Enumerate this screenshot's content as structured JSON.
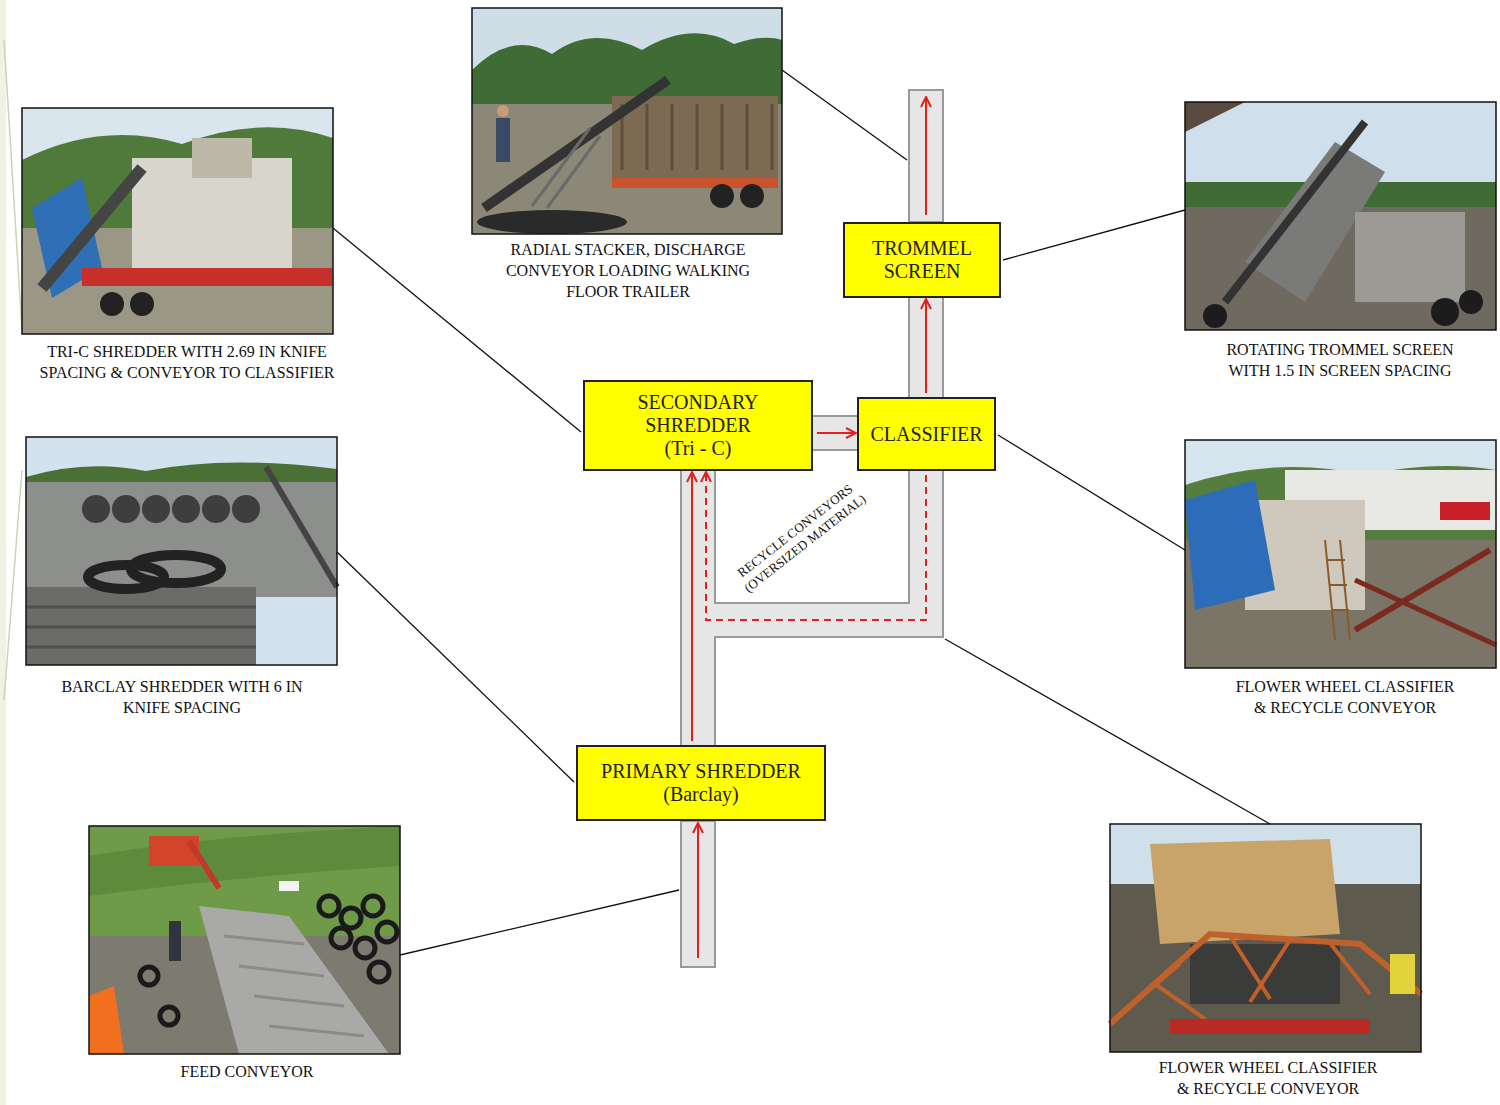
{
  "diagram": {
    "nodes": [
      {
        "text": [
          "TROMMEL SCREEN"
        ]
      },
      {
        "text": [
          "SECONDARY SHREDDER",
          "(Tri - C)"
        ]
      },
      {
        "text": [
          "CLASSIFIER"
        ]
      },
      {
        "text": [
          "PRIMARY SHREDDER",
          "(Barclay)"
        ]
      }
    ],
    "edges": [
      {
        "from": 3,
        "to": 1,
        "arrow": "to"
      },
      {
        "from": 1,
        "to": 2,
        "arrow": "to"
      },
      {
        "from": 2,
        "to": 0,
        "arrow": "to"
      },
      {
        "from": 2,
        "to": 1,
        "label": "RECYCLE CONVEYORS (OVERSIZED MATERIAL)",
        "arrow": "to"
      }
    ],
    "labels": [
      "RADIAL STACKER, DISCHARGE CONVEYOR LOADING WALKING FLOOR TRAILER",
      "TRI-C SHREDDER WITH 2.69 IN KNIFE SPACING & CONVEYOR TO CLASSIFIER",
      "ROTATING TROMMEL SCREEN WITH 1.5 IN SCREEN SPACING",
      "BARCLAY SHREDDER WITH 6 IN KNIFE SPACING",
      "FLOWER WHEEL CLASSIFIER & RECYCLE CONVEYOR",
      "FEED CONVEYOR",
      "FLOWER WHEEL CLASSIFIER & RECYCLE CONVEYOR"
    ]
  }
}
